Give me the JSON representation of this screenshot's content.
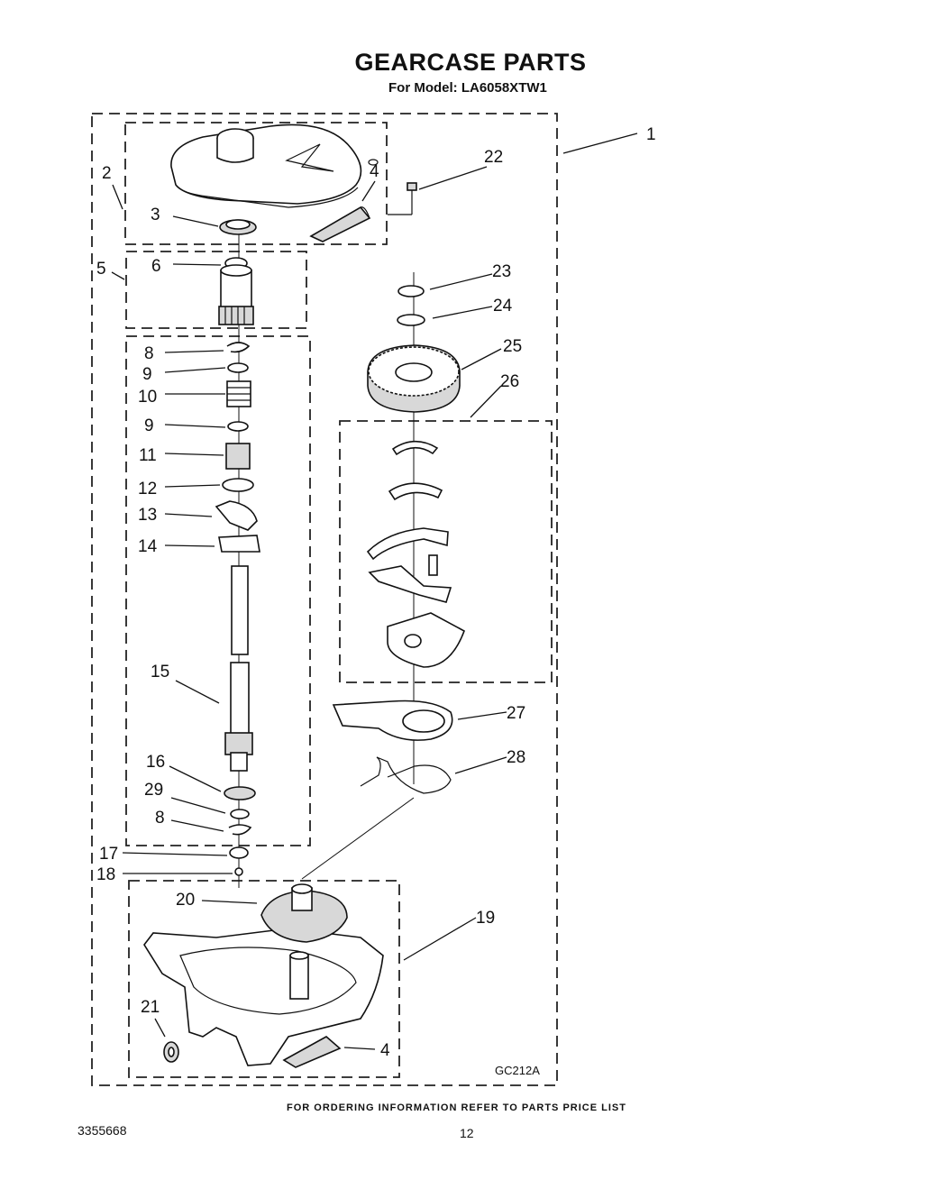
{
  "header": {
    "title": "GEARCASE PARTS",
    "model": "For Model: LA6058XTW1"
  },
  "callouts": {
    "c1": "1",
    "c2": "2",
    "c3": "3",
    "c4a": "4",
    "c4b": "4",
    "c5": "5",
    "c6": "6",
    "c8a": "8",
    "c8b": "8",
    "c9a": "9",
    "c9b": "9",
    "c10": "10",
    "c11": "11",
    "c12": "12",
    "c13": "13",
    "c14": "14",
    "c15": "15",
    "c16": "16",
    "c17": "17",
    "c18": "18",
    "c19": "19",
    "c20": "20",
    "c21": "21",
    "c22": "22",
    "c23": "23",
    "c24": "24",
    "c25": "25",
    "c26": "26",
    "c27": "27",
    "c28": "28",
    "c29": "29"
  },
  "figure_code": "GC212A",
  "footer": {
    "ordering_note": "FOR ORDERING INFORMATION REFER TO PARTS PRICE LIST",
    "doc_number": "3355668",
    "page_number": "12"
  }
}
